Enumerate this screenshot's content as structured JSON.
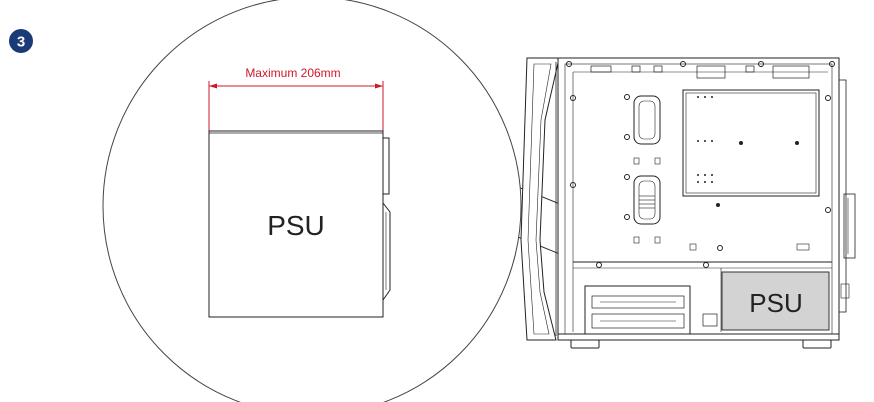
{
  "step": {
    "number": "3",
    "badge_color": "#1a3a78"
  },
  "dimension": {
    "label": "Maximum 206mm",
    "color": "#d0182a"
  },
  "psu": {
    "zoom_label": "PSU",
    "case_label": "PSU",
    "case_fill": "#d3d3d3"
  },
  "colors": {
    "line": "#222222",
    "stroke_light": "#444444"
  }
}
